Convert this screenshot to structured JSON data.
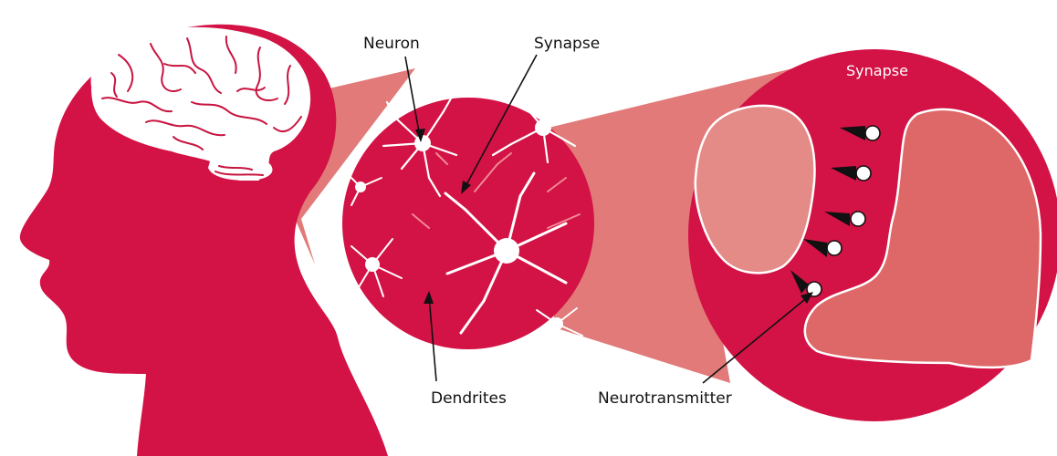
{
  "diagram": {
    "labels": {
      "neuron": "Neuron",
      "synapse": "Synapse",
      "dendrites": "Dendrites",
      "synapse_zoom": "Synapse",
      "neurotransmitter": "Neurotransmitter"
    },
    "colors": {
      "head": "#D31245",
      "beam": "#E17A78",
      "beam_dark": "#D95E65",
      "brain": "#FFFFFF",
      "brain_fold": "#C8143F",
      "neuron": "#FFFFFF",
      "cell_left": "#E48B87",
      "cell_right": "#DE6868",
      "text": "#111111"
    }
  }
}
